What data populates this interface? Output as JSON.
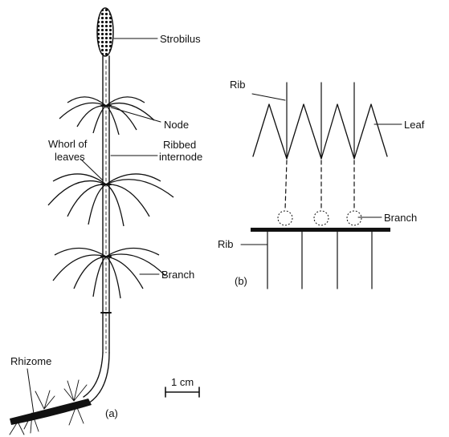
{
  "labels": {
    "strobilus": "Strobilus",
    "node": "Node",
    "whorl_line1": "Whorl of",
    "whorl_line2": "leaves",
    "ribbed_line1": "Ribbed",
    "ribbed_line2": "internode",
    "branch_a": "Branch",
    "rhizome": "Rhizome",
    "scale": "1 cm",
    "panel_a": "(a)",
    "rib_top": "Rib",
    "leaf": "Leaf",
    "branch_b": "Branch",
    "rib_bottom": "Rib",
    "panel_b": "(b)"
  }
}
